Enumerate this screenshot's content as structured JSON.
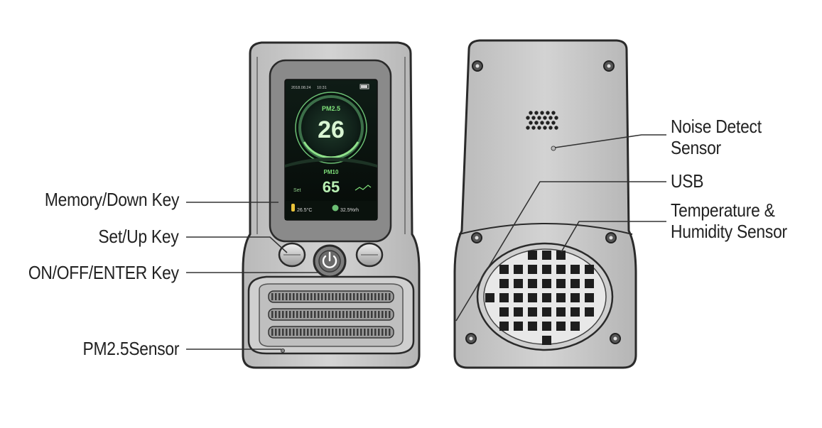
{
  "labels": {
    "memory_down_key": "Memory/Down Key",
    "set_up_key": "Set/Up Key",
    "on_off_enter_key": "ON/OFF/ENTER Key",
    "pm25_sensor": "PM2.5Sensor",
    "noise_detect_sensor": [
      "Noise Detect",
      "Sensor"
    ],
    "usb": "USB",
    "temperature_humidity_sensor": [
      "Temperature &",
      "Humidity Sensor"
    ]
  },
  "screen": {
    "date": "2018.08.24",
    "time": "10:31",
    "pm25_label": "PM2.5",
    "pm25_value": "26",
    "pm10_label": "PM10",
    "pm10_value": "65",
    "set_label": "Set",
    "temperature": "26.5°C",
    "humidity": "32.5%rh"
  },
  "colors": {
    "device_body": "#c9c9c9",
    "device_outline": "#2a2a2a",
    "screen_bg": "#0b1410",
    "accent_green": "#7fe07a",
    "leader_line": "#333333"
  },
  "icons": [
    "power-icon",
    "thermometer-icon",
    "humidity-icon"
  ]
}
